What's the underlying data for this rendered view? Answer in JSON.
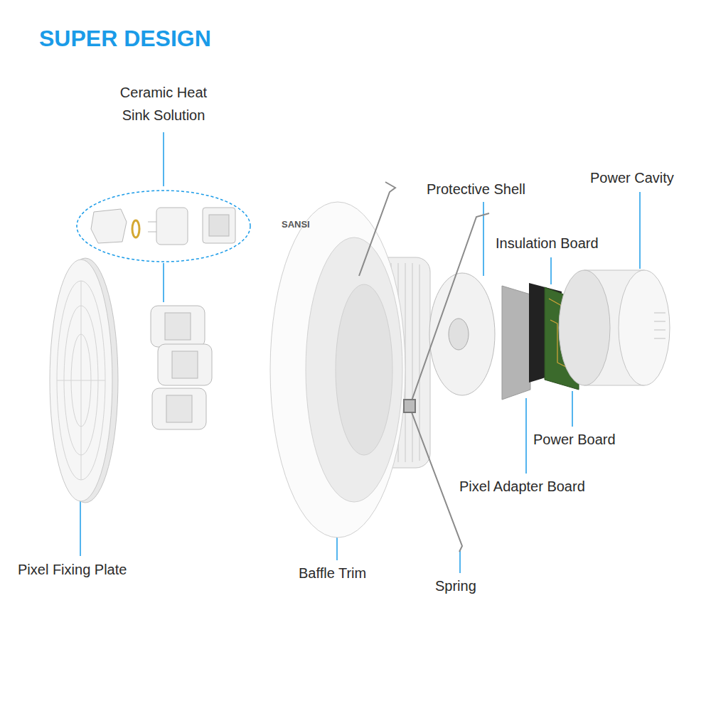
{
  "diagram": {
    "title": "SUPER DESIGN",
    "labels": [
      "Ceramic Heat Sink Solution",
      "Protective Shell",
      "Power Cavity",
      "Insulation Board",
      "Power Board",
      "Pixel Adapter Board",
      "Pixel Fixing Plate",
      "Baffle Trim",
      "Spring",
      "SANSI"
    ]
  }
}
